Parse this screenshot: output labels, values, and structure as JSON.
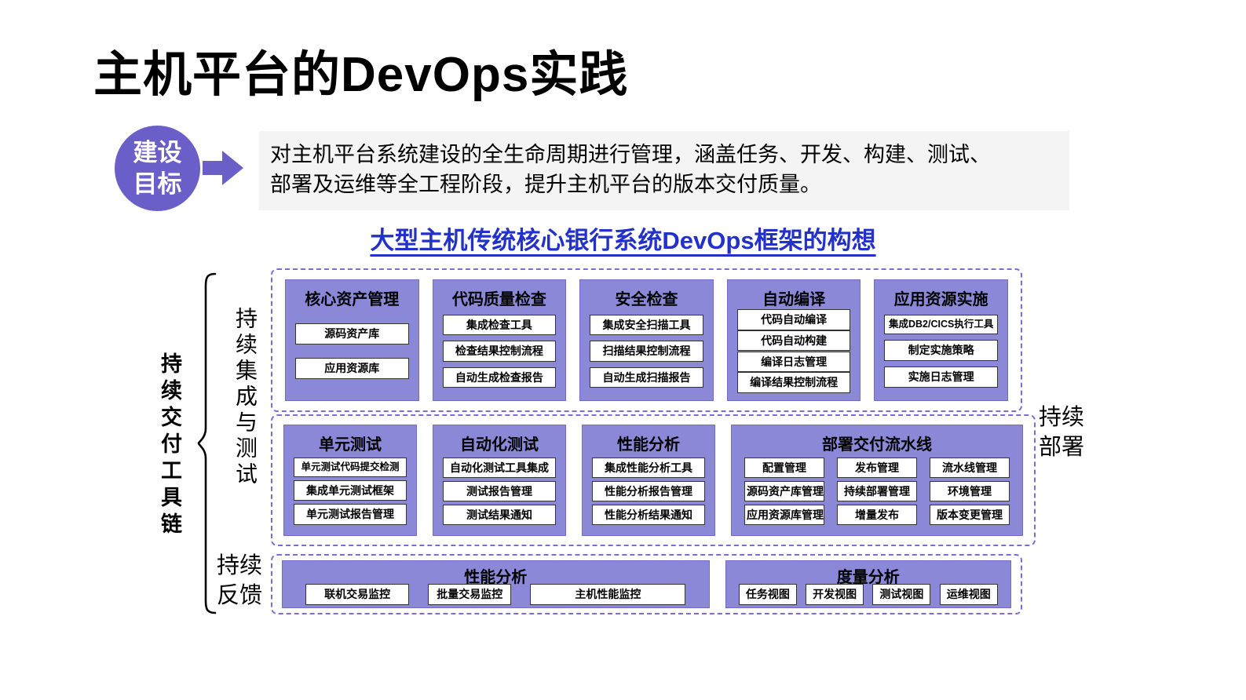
{
  "slide": {
    "title": "主机平台的DevOps实践"
  },
  "goal": {
    "badge_line1": "建设",
    "badge_line2": "目标",
    "description_lines": [
      "对主机平台系统建设的全生命周期进行管理，涵盖任务、开发、构建、测试、",
      "部署及运维等全工程阶段，提升主机平台的版本交付质量。"
    ]
  },
  "framework": {
    "heading": "大型主机传统核心银行系统DevOps框架的构想"
  },
  "side_labels": {
    "toolchain": "持续交付工具链",
    "ci_and_test": "持续集成与测试",
    "feedback": "持续反馈",
    "deploy": "持续部署"
  },
  "colors": {
    "card_purple": "#8B88D7",
    "badge_purple": "#6A5EC9",
    "heading_blue": "#2331CB",
    "dashed_purple": "#7C6CD8"
  },
  "rows": [
    {
      "cards": [
        {
          "title": "核心资产管理",
          "items": [
            "源码资产库",
            "应用资源库"
          ]
        },
        {
          "title": "代码质量检查",
          "items": [
            "集成检查工具",
            "检查结果控制流程",
            "自动生成检查报告"
          ]
        },
        {
          "title": "安全检查",
          "items": [
            "集成安全扫描工具",
            "扫描结果控制流程",
            "自动生成扫描报告"
          ]
        },
        {
          "title": "自动编译",
          "items": [
            "代码自动编译",
            "代码自动构建",
            "编译日志管理",
            "编译结果控制流程"
          ]
        },
        {
          "title": "应用资源实施",
          "items": [
            "集成DB2/CICS执行工具",
            "制定实施策略",
            "实施日志管理"
          ]
        }
      ]
    },
    {
      "cards": [
        {
          "title": "单元测试",
          "items": [
            "单元测试代码提交检测",
            "集成单元测试框架",
            "单元测试报告管理"
          ]
        },
        {
          "title": "自动化测试",
          "items": [
            "自动化测试工具集成",
            "测试报告管理",
            "测试结果通知"
          ]
        },
        {
          "title": "性能分析",
          "items": [
            "集成性能分析工具",
            "性能分析报告管理",
            "性能分析结果通知"
          ]
        },
        {
          "title": "部署交付流水线",
          "items": [
            "配置管理",
            "发布管理",
            "流水线管理",
            "源码资产库管理",
            "持续部署管理",
            "环境管理",
            "应用资源库管理",
            "增量发布",
            "版本变更管理"
          ]
        }
      ]
    },
    {
      "cards": [
        {
          "title": "性能分析",
          "items": [
            "联机交易监控",
            "批量交易监控",
            "主机性能监控"
          ]
        },
        {
          "title": "度量分析",
          "items": [
            "任务视图",
            "开发视图",
            "测试视图",
            "运维视图"
          ]
        }
      ]
    }
  ]
}
